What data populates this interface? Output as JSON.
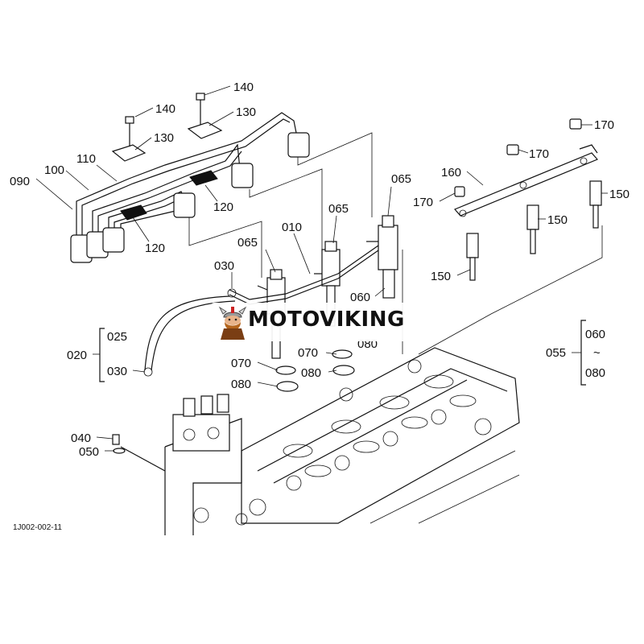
{
  "watermark": {
    "brand": "MOTOVIKING"
  },
  "reference_code": "1J002-002-11",
  "labels": {
    "p140a": "140",
    "p140b": "140",
    "p130a": "130",
    "p130b": "130",
    "p110": "110",
    "p100": "100",
    "p090": "090",
    "p120a": "120",
    "p120b": "120",
    "p065a": "065",
    "p065b": "065",
    "p065c": "065",
    "p010": "010",
    "p030a": "030",
    "p030b": "030",
    "p025": "025",
    "p020": "020",
    "p040": "040",
    "p050": "050",
    "p070a": "070",
    "p070b": "070",
    "p080a": "080",
    "p080b": "080",
    "p080c": "080",
    "p060a": "060",
    "p170a": "170",
    "p170b": "170",
    "p170c": "170",
    "p160": "160",
    "p150a": "150",
    "p150b": "150",
    "p150c": "150",
    "p055": "055",
    "p055_from": "060",
    "p055_tilde": "~",
    "p055_to": "080"
  }
}
